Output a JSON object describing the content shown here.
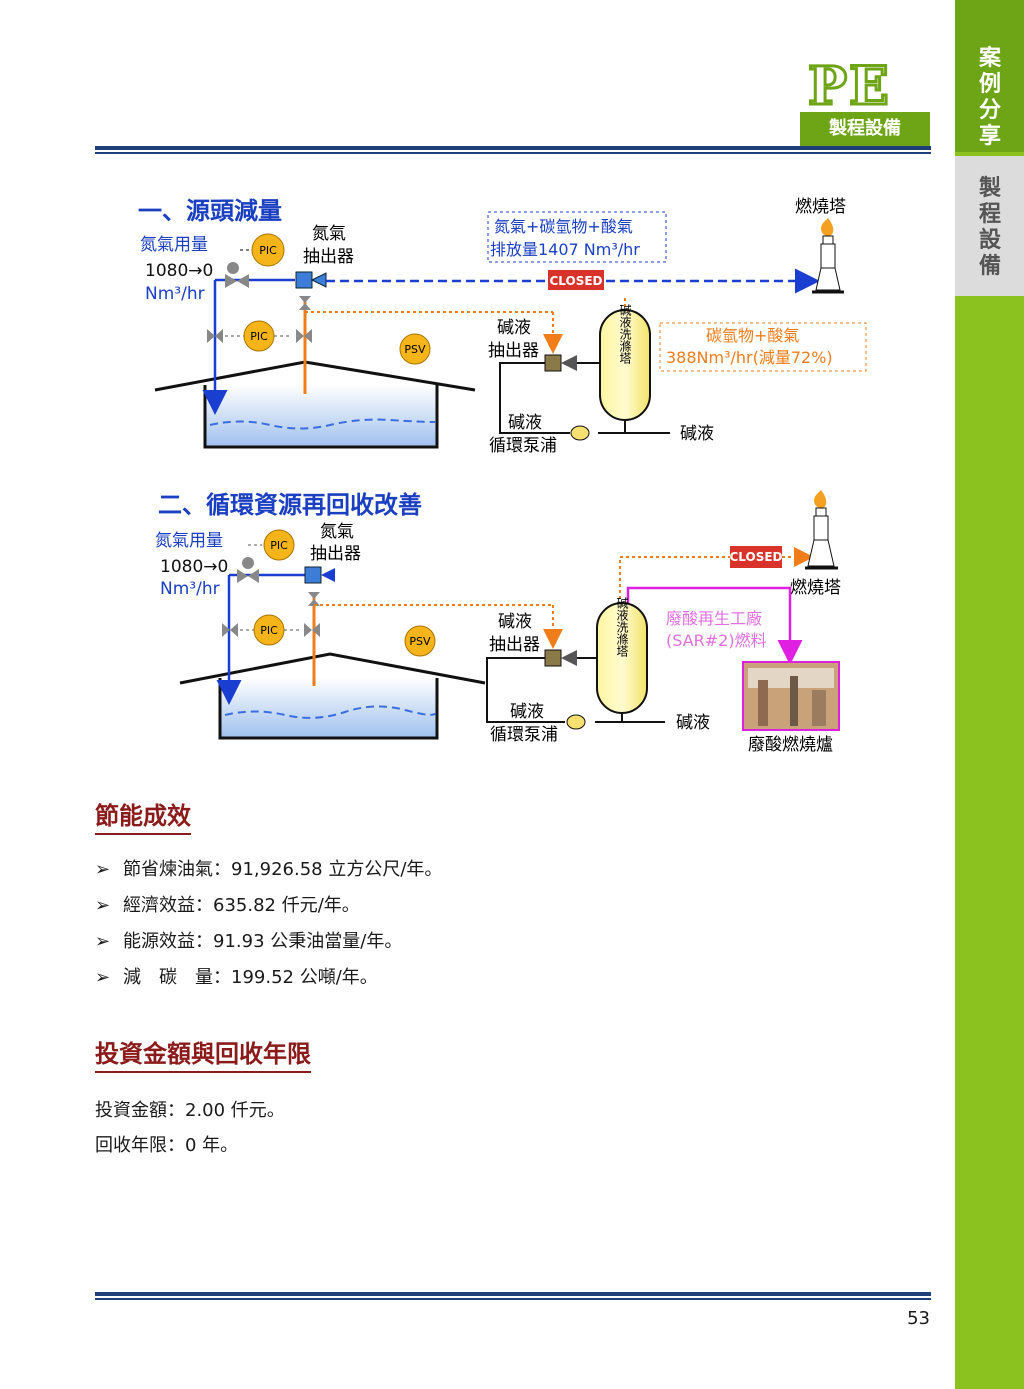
{
  "side": {
    "active_label": "案例分享",
    "grey_label": "製程設備"
  },
  "header": {
    "logo_text": "PE",
    "category": "製程設備"
  },
  "diagram1": {
    "title": "一、源頭減量",
    "n2_usage": "氮氣用量",
    "n2_value": "1080→0",
    "n2_unit": "Nm³/hr",
    "pic": "PIC",
    "psv": "PSV",
    "n2_ejector": [
      "氮氣",
      "抽出器"
    ],
    "flare": "燃燒塔",
    "emission": [
      "氮氣+碳氫物+酸氣",
      "排放量1407 Nm³/hr"
    ],
    "closed": "CLOSED",
    "caustic_ejector": [
      "碱液",
      "抽出器"
    ],
    "scrubber": "碱液洗滌塔",
    "hc_acid": [
      "碳氫物+酸氣",
      "388Nm³/hr(減量72%)"
    ],
    "pump": [
      "碱液",
      "循環泵浦"
    ],
    "caustic": "碱液"
  },
  "diagram2": {
    "title": "二、循環資源再回收改善",
    "n2_usage": "氮氣用量",
    "n2_value": "1080→0",
    "n2_unit": "Nm³/hr",
    "pic": "PIC",
    "psv": "PSV",
    "n2_ejector": [
      "氮氣",
      "抽出器"
    ],
    "closed": "CLOSED",
    "flare": "燃燒塔",
    "caustic_ejector": [
      "碱液",
      "抽出器"
    ],
    "scrubber": "碱液洗滌塔",
    "sar": [
      "廢酸再生工廠",
      "(SAR#2)燃料"
    ],
    "incinerator": "廢酸燃燒爐",
    "pump": [
      "碱液",
      "循環泵浦"
    ],
    "caustic": "碱液"
  },
  "savings": {
    "title": "節能成效",
    "items": [
      "節省煉油氣：91,926.58 立方公尺/年。",
      "經濟效益：635.82 仟元/年。",
      "能源效益：91.93 公秉油當量/年。",
      "減　碳　量：199.52 公噸/年。"
    ]
  },
  "investment": {
    "title": "投資金額與回收年限",
    "amount": "投資金額：2.00 仟元。",
    "payback": "回收年限：0 年。"
  },
  "page_number": "53"
}
